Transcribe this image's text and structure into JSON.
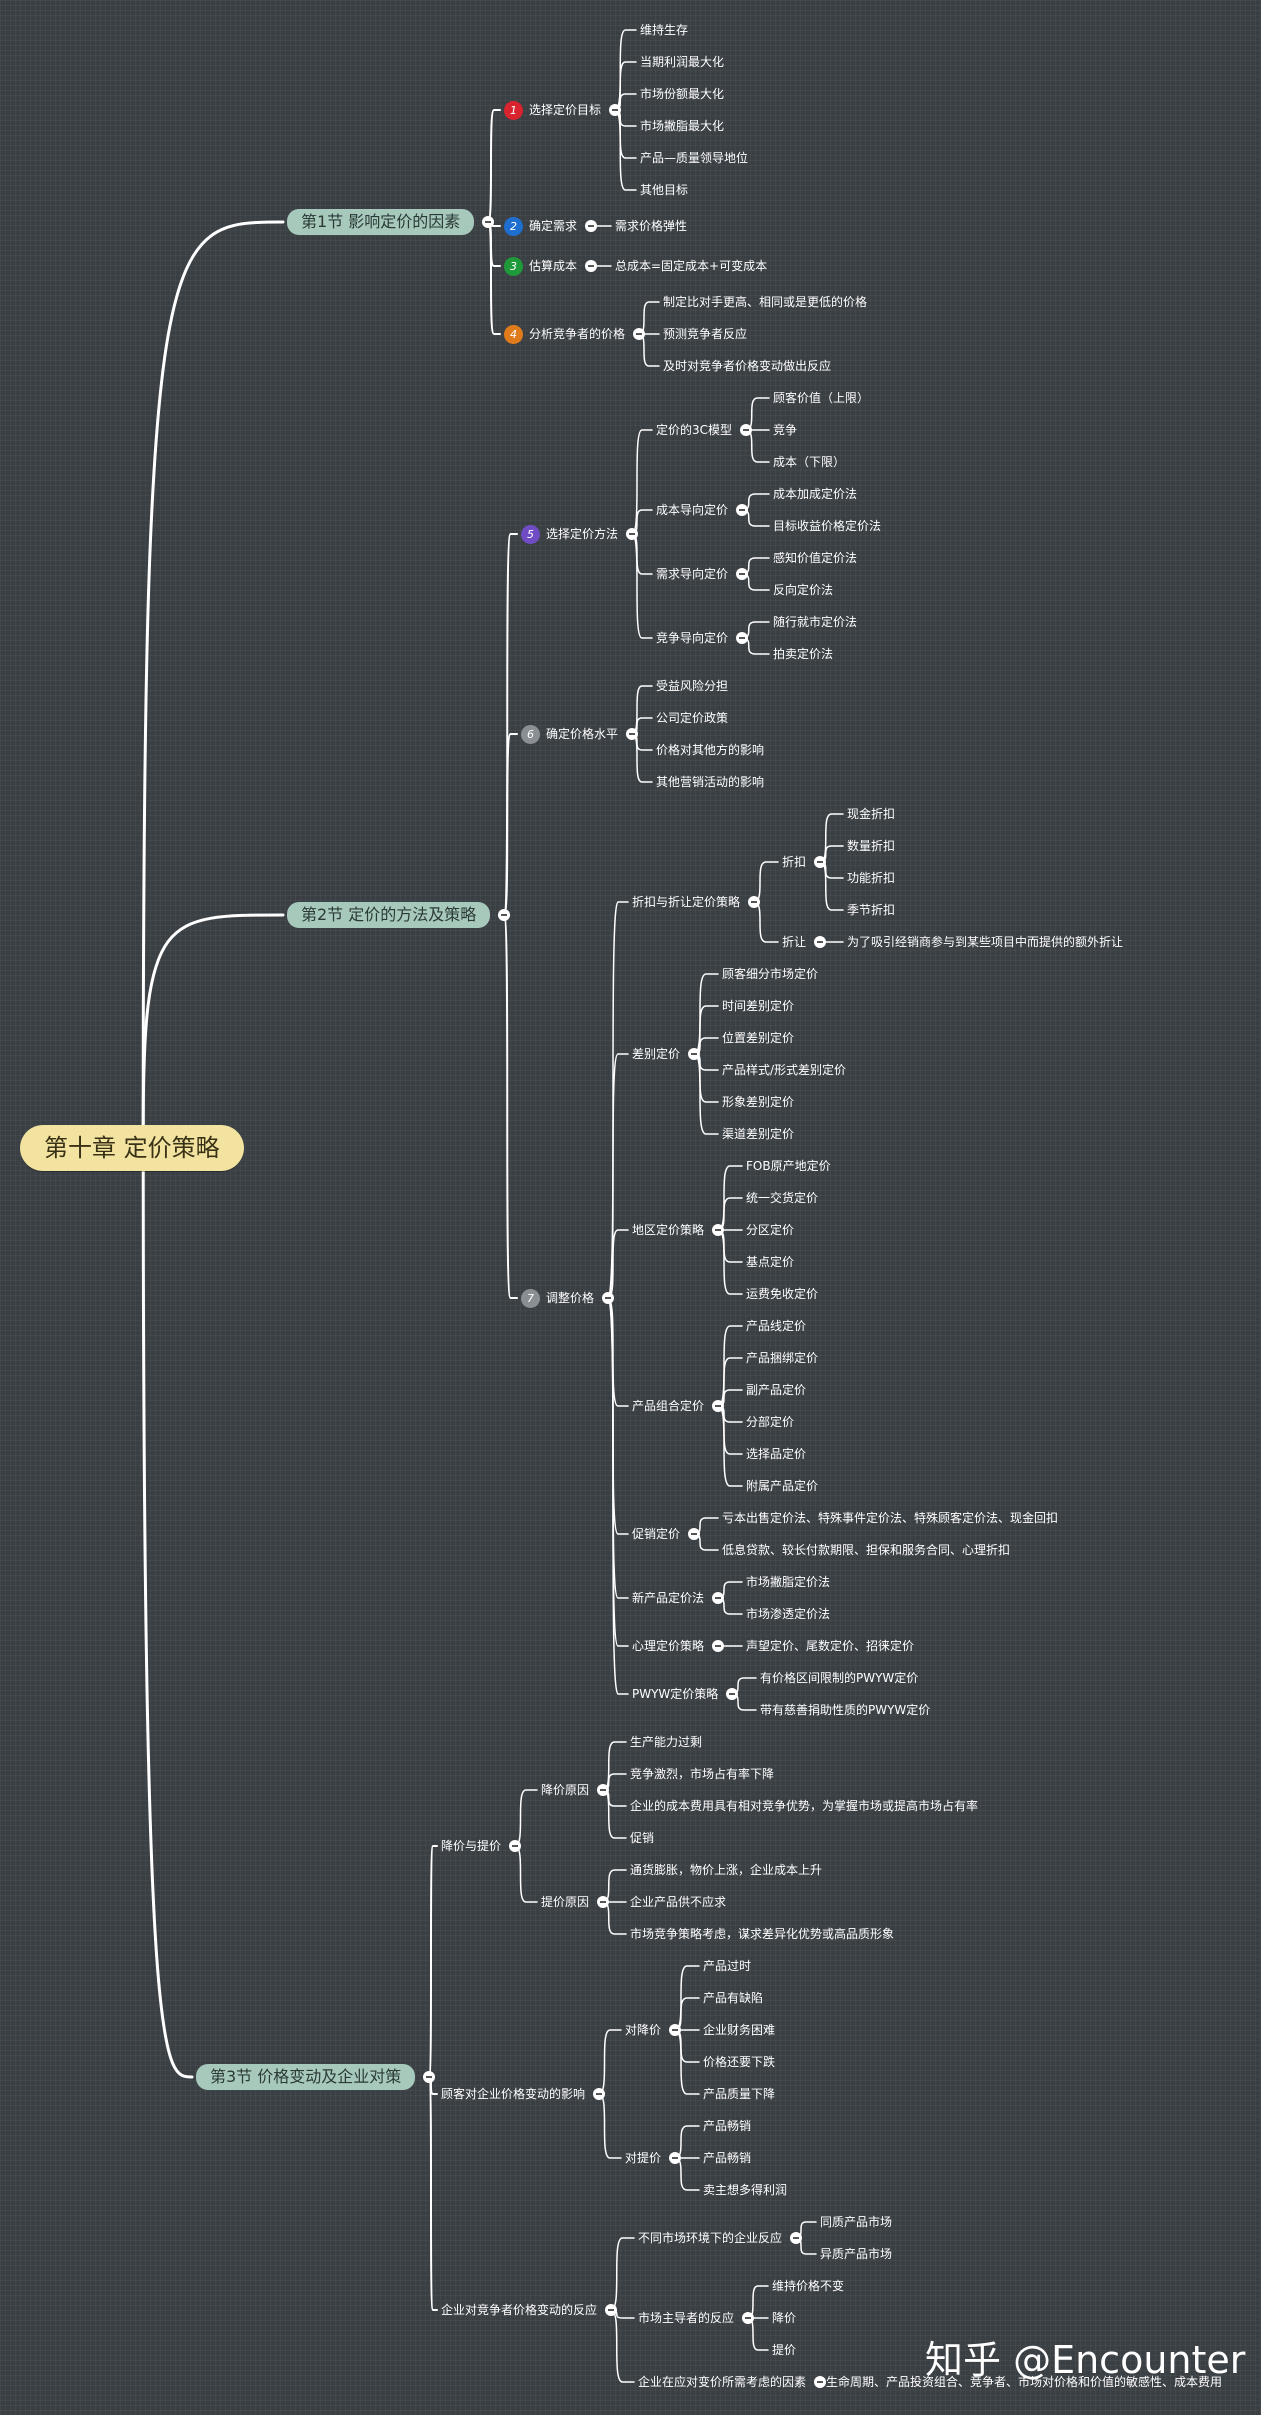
{
  "title": "第十章 定价策略",
  "watermark": "知乎 @Encounter",
  "colors": {
    "background": "#3a3f44",
    "line": "#ffffff",
    "root_fill": "#f2e3a0",
    "section_fill": "#a7c9bc"
  },
  "tree": {
    "label": "第十章 定价策略",
    "children": [
      {
        "label": "第1节 影响定价的因素",
        "children": [
          {
            "label": "选择定价目标",
            "badge": "1",
            "badge_color": "#d9232e",
            "children": [
              {
                "label": "维持生存"
              },
              {
                "label": "当期利润最大化"
              },
              {
                "label": "市场份额最大化"
              },
              {
                "label": "市场撇脂最大化"
              },
              {
                "label": "产品—质量领导地位"
              },
              {
                "label": "其他目标"
              }
            ]
          },
          {
            "label": "确定需求",
            "badge": "2",
            "badge_color": "#1e6fd0",
            "children": [
              {
                "label": "需求价格弹性"
              }
            ]
          },
          {
            "label": "估算成本",
            "badge": "3",
            "badge_color": "#1e9a3a",
            "children": [
              {
                "label": "总成本=固定成本+可变成本"
              }
            ]
          },
          {
            "label": "分析竞争者的价格",
            "badge": "4",
            "badge_color": "#e07b1b",
            "children": [
              {
                "label": "制定比对手更高、相同或是更低的价格"
              },
              {
                "label": "预测竞争者反应"
              },
              {
                "label": "及时对竞争者价格变动做出反应"
              }
            ]
          }
        ]
      },
      {
        "label": "第2节 定价的方法及策略",
        "children": [
          {
            "label": "选择定价方法",
            "badge": "5",
            "badge_color": "#6f4cc4",
            "children": [
              {
                "label": "定价的3C模型",
                "children": [
                  {
                    "label": "顾客价值（上限）"
                  },
                  {
                    "label": "竞争"
                  },
                  {
                    "label": "成本（下限）"
                  }
                ]
              },
              {
                "label": "成本导向定价",
                "children": [
                  {
                    "label": "成本加成定价法"
                  },
                  {
                    "label": "目标收益价格定价法"
                  }
                ]
              },
              {
                "label": "需求导向定价",
                "children": [
                  {
                    "label": "感知价值定价法"
                  },
                  {
                    "label": "反向定价法"
                  }
                ]
              },
              {
                "label": "竞争导向定价",
                "children": [
                  {
                    "label": "随行就市定价法"
                  },
                  {
                    "label": "拍卖定价法"
                  }
                ]
              }
            ]
          },
          {
            "label": "确定价格水平",
            "badge": "6",
            "badge_color": "#8a8f94",
            "children": [
              {
                "label": "受益风险分担"
              },
              {
                "label": "公司定价政策"
              },
              {
                "label": "价格对其他方的影响"
              },
              {
                "label": "其他营销活动的影响"
              }
            ]
          },
          {
            "label": "调整价格",
            "badge": "7",
            "badge_color": "#8a8f94",
            "children": [
              {
                "label": "折扣与折让定价策略",
                "children": [
                  {
                    "label": "折扣",
                    "children": [
                      {
                        "label": "现金折扣"
                      },
                      {
                        "label": "数量折扣"
                      },
                      {
                        "label": "功能折扣"
                      },
                      {
                        "label": "季节折扣"
                      }
                    ]
                  },
                  {
                    "label": "折让",
                    "children": [
                      {
                        "label": "为了吸引经销商参与到某些项目中而提供的额外折让"
                      }
                    ]
                  }
                ]
              },
              {
                "label": "差别定价",
                "children": [
                  {
                    "label": "顾客细分市场定价"
                  },
                  {
                    "label": "时间差别定价"
                  },
                  {
                    "label": "位置差别定价"
                  },
                  {
                    "label": "产品样式/形式差别定价"
                  },
                  {
                    "label": "形象差别定价"
                  },
                  {
                    "label": "渠道差别定价"
                  }
                ]
              },
              {
                "label": "地区定价策略",
                "children": [
                  {
                    "label": "FOB原产地定价"
                  },
                  {
                    "label": "统一交货定价"
                  },
                  {
                    "label": "分区定价"
                  },
                  {
                    "label": "基点定价"
                  },
                  {
                    "label": "运费免收定价"
                  }
                ]
              },
              {
                "label": "产品组合定价",
                "children": [
                  {
                    "label": "产品线定价"
                  },
                  {
                    "label": "产品捆绑定价"
                  },
                  {
                    "label": "副产品定价"
                  },
                  {
                    "label": "分部定价"
                  },
                  {
                    "label": "选择品定价"
                  },
                  {
                    "label": "附属产品定价"
                  }
                ]
              },
              {
                "label": "促销定价",
                "children": [
                  {
                    "label": "亏本出售定价法、特殊事件定价法、特殊顾客定价法、现金回扣"
                  },
                  {
                    "label": "低息贷款、较长付款期限、担保和服务合同、心理折扣"
                  }
                ]
              },
              {
                "label": "新产品定价法",
                "children": [
                  {
                    "label": "市场撇脂定价法"
                  },
                  {
                    "label": "市场渗透定价法"
                  }
                ]
              },
              {
                "label": "心理定价策略",
                "children": [
                  {
                    "label": "声望定价、尾数定价、招徕定价"
                  }
                ]
              },
              {
                "label": "PWYW定价策略",
                "children": [
                  {
                    "label": "有价格区间限制的PWYW定价"
                  },
                  {
                    "label": "带有慈善捐助性质的PWYW定价"
                  }
                ]
              }
            ]
          }
        ]
      },
      {
        "label": "第3节 价格变动及企业对策",
        "children": [
          {
            "label": "降价与提价",
            "children": [
              {
                "label": "降价原因",
                "children": [
                  {
                    "label": "生产能力过剩"
                  },
                  {
                    "label": "竞争激烈，市场占有率下降"
                  },
                  {
                    "label": "企业的成本费用具有相对竞争优势，为掌握市场或提高市场占有率"
                  },
                  {
                    "label": "促销"
                  }
                ]
              },
              {
                "label": "提价原因",
                "children": [
                  {
                    "label": "通货膨胀，物价上涨，企业成本上升"
                  },
                  {
                    "label": "企业产品供不应求"
                  },
                  {
                    "label": "市场竞争策略考虑，谋求差异化优势或高品质形象"
                  }
                ]
              }
            ]
          },
          {
            "label": "顾客对企业价格变动的影响",
            "children": [
              {
                "label": "对降价",
                "children": [
                  {
                    "label": "产品过时"
                  },
                  {
                    "label": "产品有缺陷"
                  },
                  {
                    "label": "企业财务困难"
                  },
                  {
                    "label": "价格还要下跌"
                  },
                  {
                    "label": "产品质量下降"
                  }
                ]
              },
              {
                "label": "对提价",
                "children": [
                  {
                    "label": "产品畅销"
                  },
                  {
                    "label": "产品畅销"
                  },
                  {
                    "label": "卖主想多得利润"
                  }
                ]
              }
            ]
          },
          {
            "label": "企业对竞争者价格变动的反应",
            "children": [
              {
                "label": "不同市场环境下的企业反应",
                "children": [
                  {
                    "label": "同质产品市场"
                  },
                  {
                    "label": "异质产品市场"
                  }
                ]
              },
              {
                "label": "市场主导者的反应",
                "children": [
                  {
                    "label": "维持价格不变"
                  },
                  {
                    "label": "降价"
                  },
                  {
                    "label": "提价"
                  }
                ]
              },
              {
                "label": "企业在应对变价所需考虑的因素",
                "children": [
                  {
                    "label": "生命周期、产品投资组合、竞争者、市场对价格和价值的敏感性、成本费用"
                  }
                ]
              }
            ]
          }
        ]
      }
    ]
  }
}
